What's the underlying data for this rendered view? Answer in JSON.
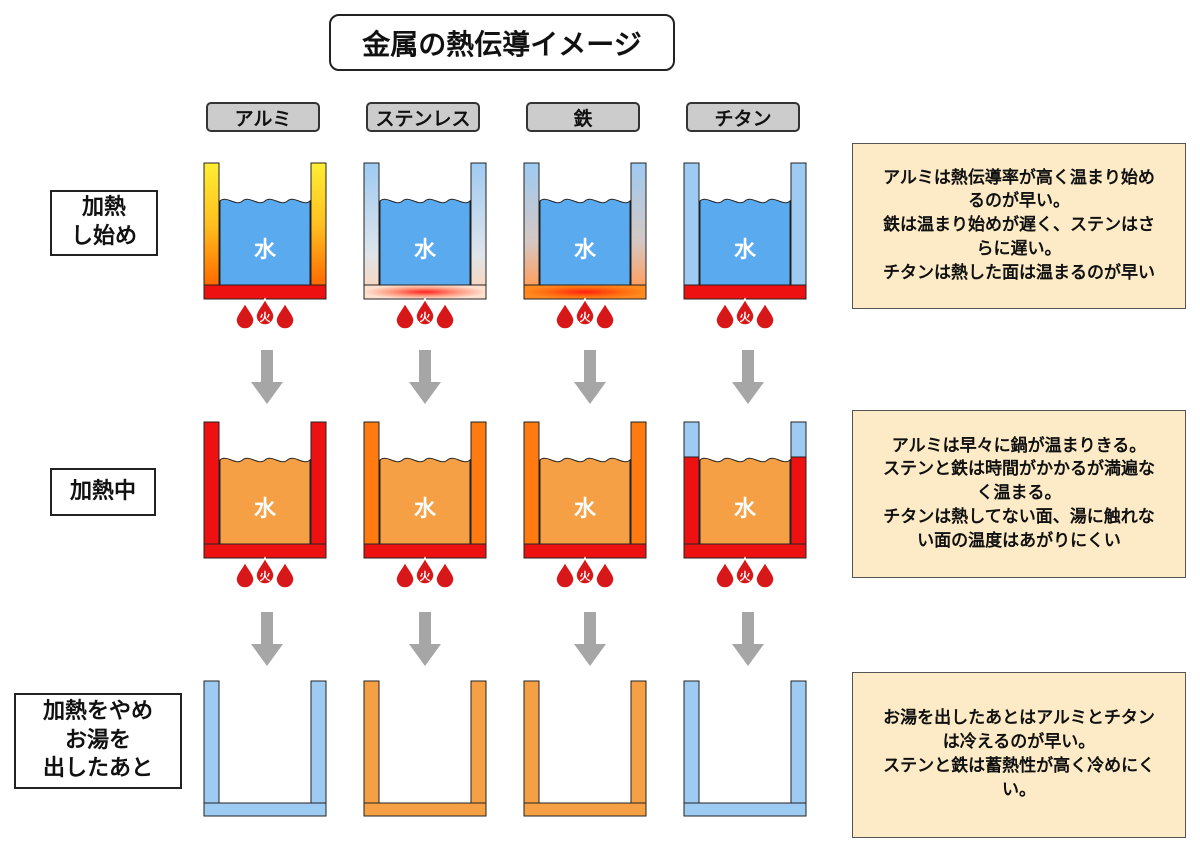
{
  "title": "金属の熱伝導イメージ",
  "metals": [
    "アルミ",
    "ステンレス",
    "鉄",
    "チタン"
  ],
  "stages": [
    {
      "label_lines": [
        "加熱",
        "し始め"
      ]
    },
    {
      "label_lines": [
        "加熱中"
      ]
    },
    {
      "label_lines": [
        "加熱をやめ",
        "お湯を",
        "出したあと"
      ]
    }
  ],
  "notes": [
    [
      "アルミは熱伝導率が高く温まり始め",
      "るのが早い。",
      "鉄は温まり始めが遅く、ステンはさ",
      "らに遅い。",
      "チタンは熱した面は温まるのが早い"
    ],
    [
      "アルミは早々に鍋が温まりきる。",
      "ステンと鉄は時間がかかるが満遍な",
      "く温まる。",
      "チタンは熱してない面、湯に触れな",
      "い面の温度はあがりにくい"
    ],
    [
      "お湯を出したあとはアルミとチタン",
      "は冷えるのが早い。",
      "ステンと鉄は蓄熱性が高く冷めにく",
      "い。"
    ]
  ],
  "water_label": "水",
  "flame_label": "火",
  "colors": {
    "water_cold": "#5aaaf0",
    "water_hot": "#f5a045",
    "pot_cold": "#9ecbf2",
    "heat_red": "#ee1111",
    "heat_orange": "#ff7a10",
    "arrow": "#a6a6a6",
    "note_bg": "#fcebc6"
  }
}
